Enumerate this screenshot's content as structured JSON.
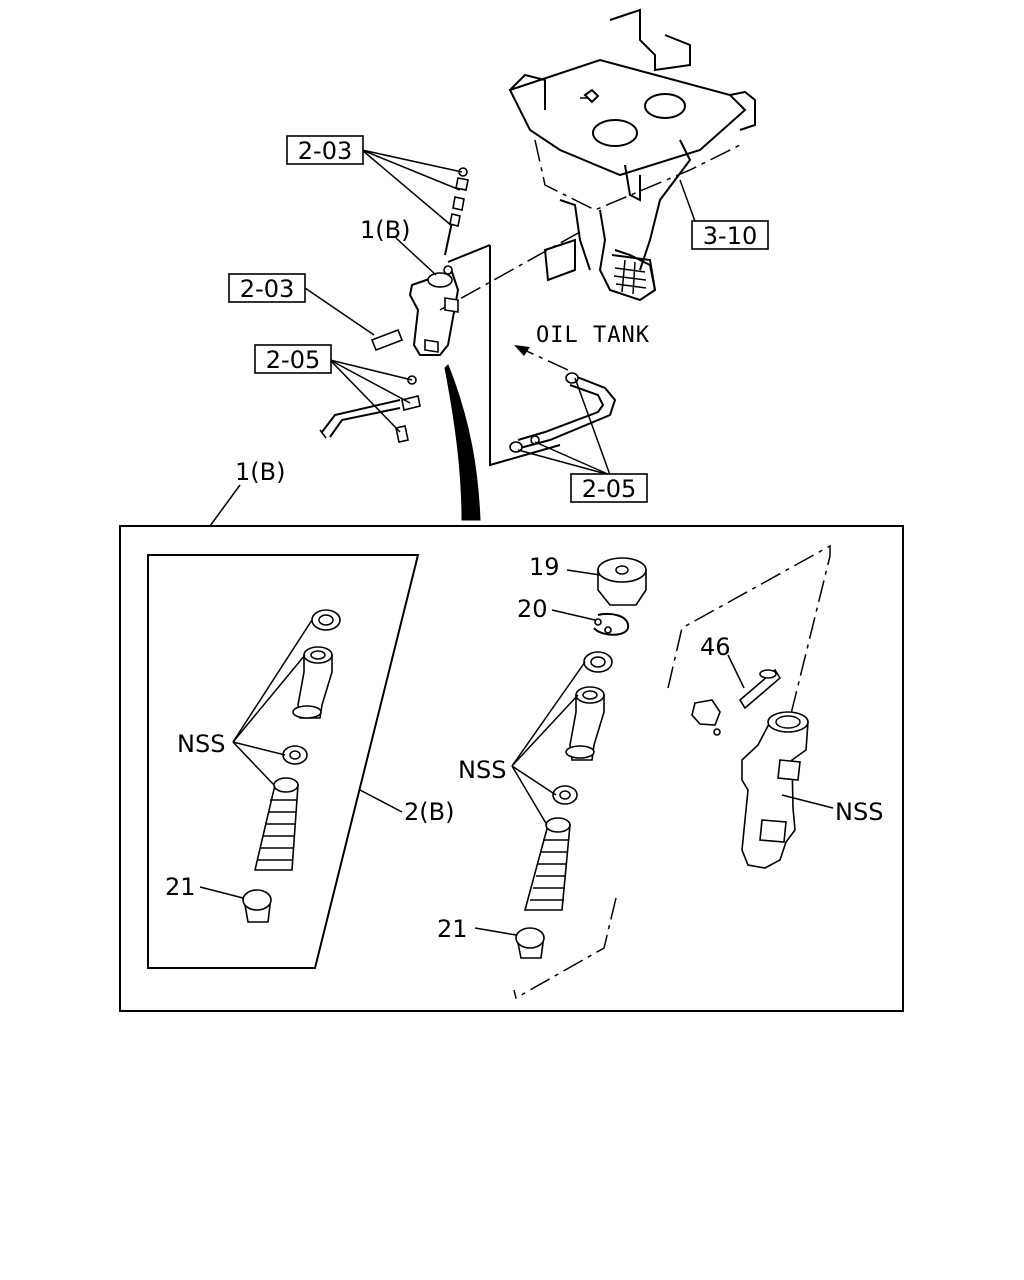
{
  "labels": {
    "ref_2_03_top": "2-03",
    "ref_2_03_mid": "2-03",
    "ref_2_05_left": "2-05",
    "ref_2_05_right": "2-05",
    "ref_3_10": "3-10",
    "part_1b_top": "1(B)",
    "part_1b_detail": "1(B)",
    "oil_tank": "OIL TANK",
    "part_19": "19",
    "part_20": "20",
    "part_46": "46",
    "nss_left": "NSS",
    "nss_mid": "NSS",
    "nss_right": "NSS",
    "part_2b": "2(B)",
    "part_21_left": "21",
    "part_21_mid": "21"
  }
}
